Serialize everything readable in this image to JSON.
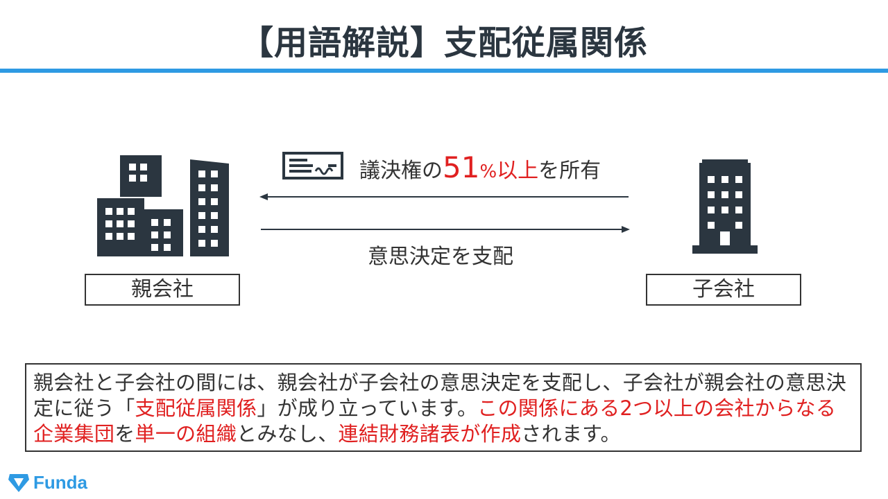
{
  "title": "【用語解説】支配従属関係",
  "parent_label": "親会社",
  "child_label": "子会社",
  "claim": {
    "prefix": "議決権の",
    "number": "51",
    "percent": "%",
    "suffix_red": "以上",
    "suffix": "を所有"
  },
  "decision": "意思決定を支配",
  "explanation": {
    "seg1": "親会社と子会社の間には、親会社が子会社の意思決定を支配し、子会社が親会社の意思決定に従う「",
    "seg2": "支配従属関係",
    "seg3": "」が成り立っています。",
    "seg4": "この関係にある2つ以上の会社からなる企業集団",
    "seg5": "を",
    "seg6": "単一の組織",
    "seg7": "とみなし、",
    "seg8": "連結財務諸表が作成",
    "seg9": "されます。"
  },
  "brand": "Funda",
  "colors": {
    "accent": "#2e9ae3",
    "highlight": "#e02020",
    "icon": "#2b3640",
    "text": "#333333"
  },
  "icons": [
    "parent-buildings-icon",
    "child-building-icon",
    "certificate-icon",
    "arrow-left-icon",
    "arrow-right-icon",
    "funda-logo-icon"
  ]
}
